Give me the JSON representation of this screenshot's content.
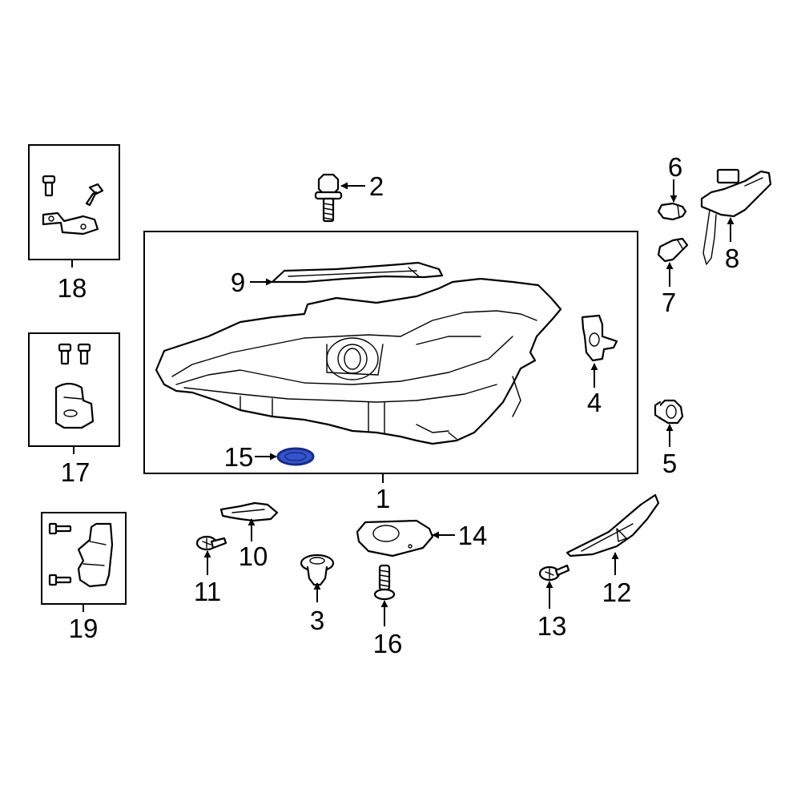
{
  "callouts": [
    {
      "id": "1",
      "label": "1"
    },
    {
      "id": "2",
      "label": "2"
    },
    {
      "id": "3",
      "label": "3"
    },
    {
      "id": "4",
      "label": "4"
    },
    {
      "id": "5",
      "label": "5"
    },
    {
      "id": "6",
      "label": "6"
    },
    {
      "id": "7",
      "label": "7"
    },
    {
      "id": "8",
      "label": "8"
    },
    {
      "id": "9",
      "label": "9"
    },
    {
      "id": "10",
      "label": "10"
    },
    {
      "id": "11",
      "label": "11"
    },
    {
      "id": "12",
      "label": "12"
    },
    {
      "id": "13",
      "label": "13"
    },
    {
      "id": "14",
      "label": "14"
    },
    {
      "id": "15",
      "label": "15"
    },
    {
      "id": "16",
      "label": "16"
    },
    {
      "id": "17",
      "label": "17"
    },
    {
      "id": "18",
      "label": "18"
    },
    {
      "id": "19",
      "label": "19"
    }
  ],
  "colors": {
    "line": "#000000",
    "highlight_fill": "#3355cc",
    "highlight_stroke": "#1a2a88"
  },
  "highlighted_part": "15"
}
